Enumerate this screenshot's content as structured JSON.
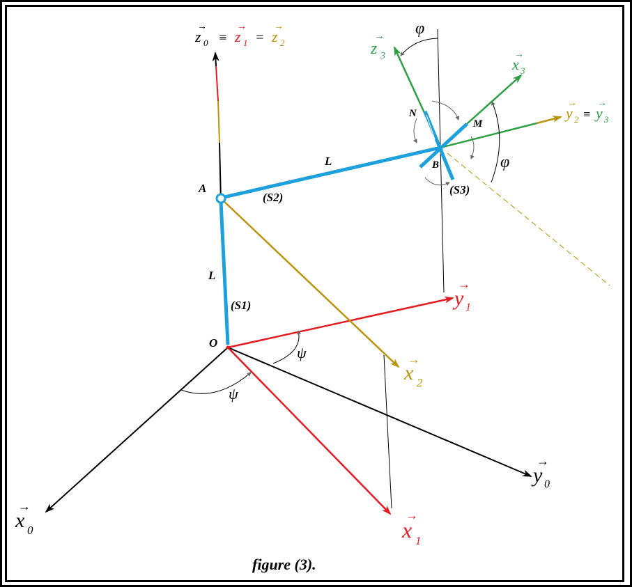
{
  "colors": {
    "black": "#000000",
    "red": "#e31b23",
    "gold": "#b8930b",
    "green": "#2ea043",
    "blue": "#1ea0dc"
  },
  "labels": {
    "z0": "z",
    "z0_sub": "0",
    "equiv1": "≡",
    "z1": "z",
    "z1_sub": "1",
    "eq1": "=",
    "z2": "z",
    "z2_sub": "2",
    "z3": "z",
    "z3_sub": "3",
    "x3": "x",
    "x3_sub": "3",
    "y2": "y",
    "y2_sub": "2",
    "equiv2": "≡",
    "y3": "y",
    "y3_sub": "3",
    "y1": "y",
    "y1_sub": "1",
    "x2": "x",
    "x2_sub": "2",
    "y0": "y",
    "y0_sub": "0",
    "x0": "x",
    "x0_sub": "0",
    "x1": "x",
    "x1_sub": "1",
    "arrow": "→",
    "point_A": "A",
    "point_O": "O",
    "point_B": "B",
    "point_N": "N",
    "point_M": "M",
    "L_top": "L",
    "L_left": "L",
    "S1": "(S1)",
    "S2": "(S2)",
    "S3": "(S3)",
    "phi_top": "φ",
    "phi_right": "φ",
    "psi_upper": "ψ",
    "psi_lower": "ψ",
    "caption": "figure (3)."
  }
}
